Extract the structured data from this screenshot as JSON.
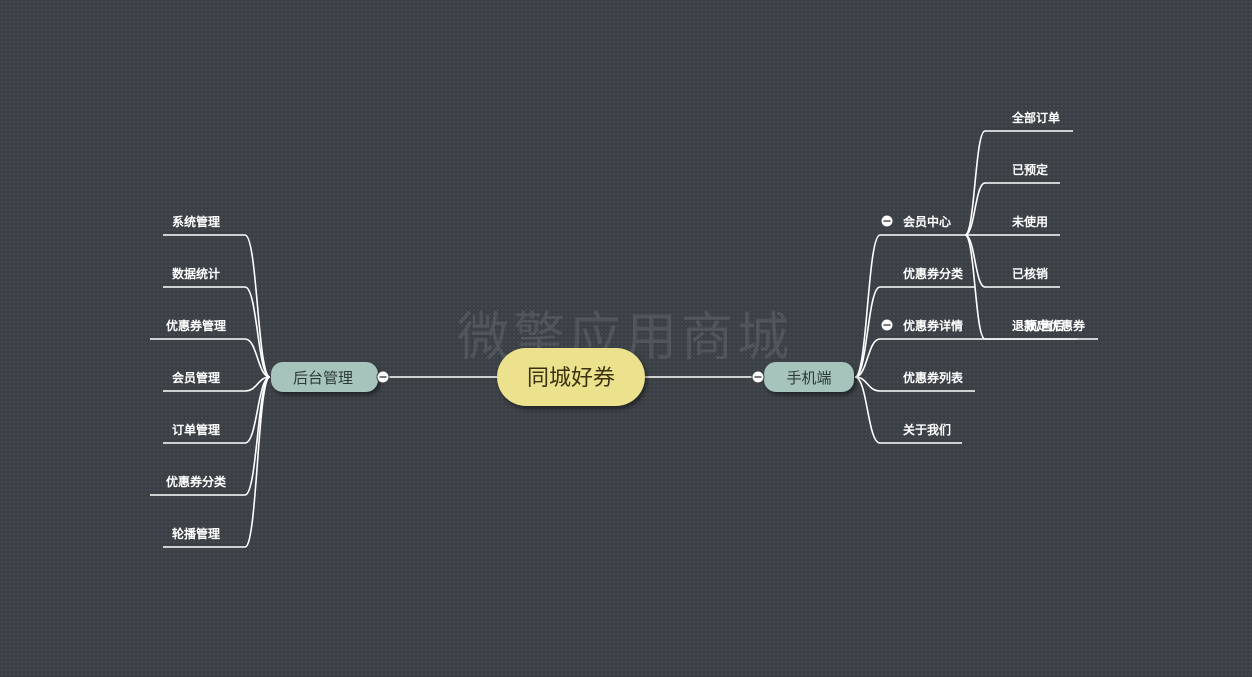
{
  "watermark": "微擎应用商城",
  "root": {
    "label": "同城好券",
    "color": "#ece18c"
  },
  "branch_color": "#a6c3bc",
  "left_branch": {
    "label": "后台管理",
    "children": [
      {
        "label": "系统管理"
      },
      {
        "label": "数据统计"
      },
      {
        "label": "优惠券管理"
      },
      {
        "label": "会员管理"
      },
      {
        "label": "订单管理"
      },
      {
        "label": "优惠券分类"
      },
      {
        "label": "轮播管理"
      }
    ]
  },
  "right_branch": {
    "label": "手机端",
    "children": [
      {
        "label": "会员中心",
        "children": [
          {
            "label": "全部订单"
          },
          {
            "label": "已预定"
          },
          {
            "label": "未使用"
          },
          {
            "label": "已核销"
          },
          {
            "label": "退款/售后"
          }
        ]
      },
      {
        "label": "优惠券分类"
      },
      {
        "label": "优惠券详情",
        "children": [
          {
            "label": "预定优惠券"
          }
        ]
      },
      {
        "label": "优惠券列表"
      },
      {
        "label": "关于我们"
      }
    ]
  }
}
